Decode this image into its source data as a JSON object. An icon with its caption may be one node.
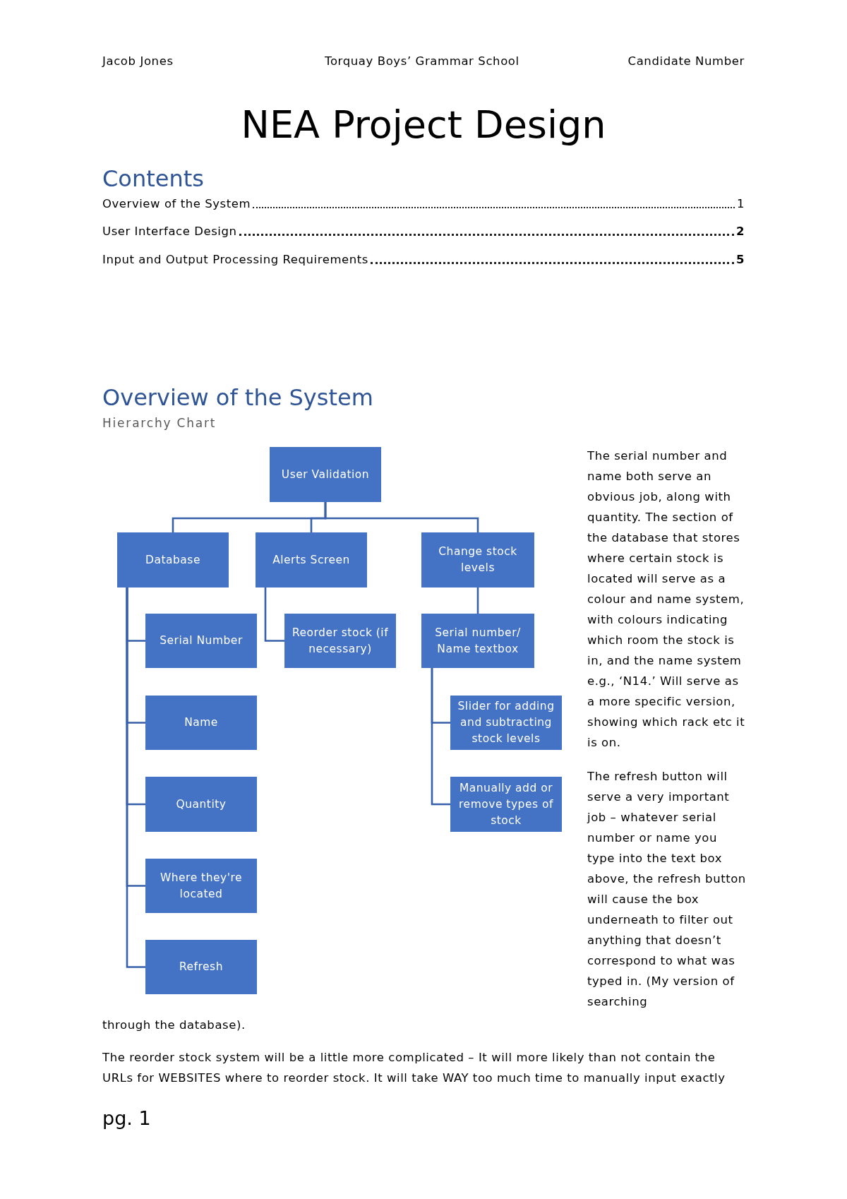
{
  "diagram": {
    "title": "NEA Project Design",
    "nodes": [
      {
        "text": [
          "User Validation"
        ]
      },
      {
        "text": [
          "Database"
        ]
      },
      {
        "text": [
          "Alerts Screen"
        ]
      },
      {
        "text": [
          "Change stock levels"
        ]
      },
      {
        "text": [
          "Serial Number"
        ]
      },
      {
        "text": [
          "Reorder stock (if necessary)"
        ]
      },
      {
        "text": [
          "Serial number/ Name textbox"
        ]
      },
      {
        "text": [
          "Name"
        ]
      },
      {
        "text": [
          "Slider for adding and subtracting stock levels"
        ]
      },
      {
        "text": [
          "Quantity"
        ]
      },
      {
        "text": [
          "Manually add or remove types of stock"
        ]
      },
      {
        "text": [
          "Where they're located"
        ]
      },
      {
        "text": [
          "Refresh"
        ]
      }
    ],
    "edges": [
      {
        "from": 0,
        "to": 1,
        "arrow": "none"
      },
      {
        "from": 0,
        "to": 2,
        "arrow": "none"
      },
      {
        "from": 0,
        "to": 3,
        "arrow": "none"
      },
      {
        "from": 1,
        "to": 4,
        "arrow": "none"
      },
      {
        "from": 1,
        "to": 7,
        "arrow": "none"
      },
      {
        "from": 1,
        "to": 9,
        "arrow": "none"
      },
      {
        "from": 1,
        "to": 11,
        "arrow": "none"
      },
      {
        "from": 1,
        "to": 12,
        "arrow": "none"
      },
      {
        "from": 2,
        "to": 5,
        "arrow": "none"
      },
      {
        "from": 3,
        "to": 6,
        "arrow": "none"
      },
      {
        "from": 6,
        "to": 8,
        "arrow": "none"
      },
      {
        "from": 6,
        "to": 10,
        "arrow": "none"
      }
    ],
    "labels": [
      "Jacob Jones",
      "Torquay Boys’ Grammar School",
      "Candidate Number",
      "Contents",
      "Overview of the System",
      "1",
      "User Interface Design",
      "2",
      "Input and Output Processing Requirements",
      "5",
      "Overview of the System",
      "Hierarchy Chart",
      "The serial number and name both serve an obvious job, along with quantity. The section of the database that stores where certain stock is located will serve as a colour and name system, with colours indicating which room the stock is in, and the name system e.g., ‘N14.’ Will serve as a more specific version, showing which rack etc it is on.",
      "The refresh button will serve a very important job – whatever serial number or name you type into the text box above, the refresh button will cause the box underneath to filter out anything that doesn’t correspond to what was typed in. (My version of searching",
      "through the database).",
      "The reorder stock system will be a little more complicated – It will more likely than not contain the URLs for WEBSITES where to reorder stock. It will take WAY too much time to manually input exactly",
      "pg. 1"
    ]
  }
}
